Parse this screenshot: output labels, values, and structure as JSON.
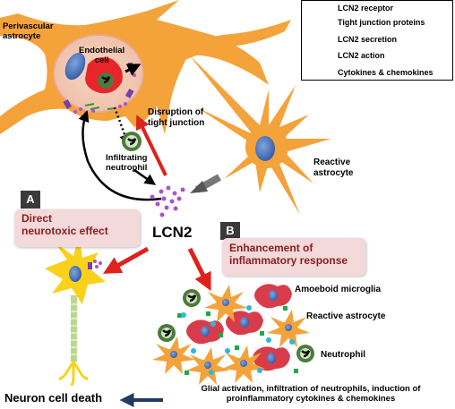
{
  "labels": {
    "perivascular_astrocyte": "Perivascular\nastrocyte",
    "endothelial_cell": "Endothelial\ncell",
    "disruption": "Disruption of\ntight junction",
    "infiltrating_neutrophil": "Infiltrating\nneutrophil",
    "reactive_astrocyte_top": "Reactive\nastrocyte",
    "lcn2": "LCN2",
    "tag_a": "A",
    "tag_b": "B",
    "direct_effect": "Direct\nneurotoxic effect",
    "enhancement": "Enhancement of\ninflammatory response",
    "amoeboid_microglia": "Amoeboid microglia",
    "reactive_astrocyte_bottom": "Reactive astrocyte",
    "neutrophil": "Neutrophil",
    "neuron_death": "Neuron cell death",
    "glial_activation": "Glial activation, infiltration of neutrophils, induction of\nproinflammatory cytokines & chemokines"
  },
  "legend": {
    "items": [
      {
        "label": "LCN2 receptor",
        "icon": "receptor-icon",
        "color": "#3b5fa8"
      },
      {
        "label": "Tight junction proteins",
        "icon": "tight-junction-icon",
        "color": "#2a9a3a"
      },
      {
        "label": "LCN2 secretion",
        "icon": "black-arrow-icon",
        "color": "#000000"
      },
      {
        "label": "LCN2 action",
        "icon": "red-arrow-icon",
        "color": "#e0211b"
      },
      {
        "label": "Cytokines & chemokines",
        "icon": "cytokine-icon",
        "color": "#1bab4a",
        "color2": "#2bb6e6"
      }
    ]
  },
  "colors": {
    "astrocyte": "#f4a23a",
    "nucleus": "#4a78b8",
    "lcn2_dots": "#b24fd0",
    "red_arrow": "#e0211b",
    "microglia": "#d83c4a",
    "pink_box": "#f3d9da",
    "navy_arrow": "#1f3b66"
  }
}
